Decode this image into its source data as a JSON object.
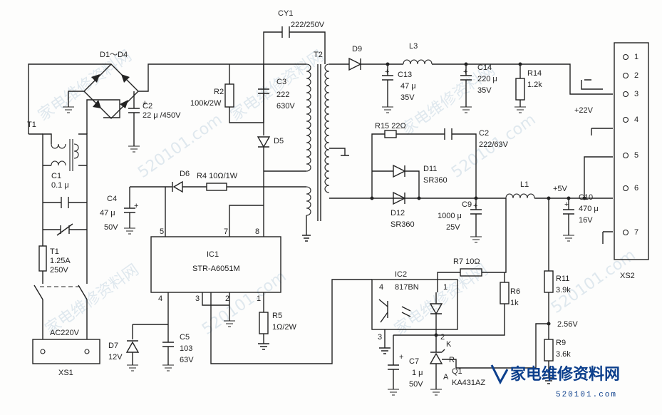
{
  "labels": {
    "d1d4": "D1～D4",
    "t1": "T1",
    "c1": "C1",
    "c1v": "0.1 μ",
    "fuse": "T1",
    "fuse_r": "1.25A",
    "fuse_v": "250V",
    "ac": "AC220V",
    "xs1": "XS1",
    "c2": "C2",
    "c2v": "22 μ /450V",
    "r2": "R2",
    "r2v": "100k/2W",
    "c3": "C3",
    "c3v1": "222",
    "c3v2": "630V",
    "d5": "D5",
    "cy1": "CY1",
    "cy1v": "222/250V",
    "t2": "T2",
    "d6": "D6",
    "r4": "R4 10Ω/1W",
    "c4": "C4",
    "c4v1": "47 μ",
    "c4v2": "50V",
    "ic1": "IC1",
    "ic1v": "STR-A6051M",
    "p5": "5",
    "p7": "7",
    "p8": "8",
    "p4": "4",
    "p3": "3",
    "p2": "2",
    "p1": "1",
    "r5": "R5",
    "r5v": "1Ω/2W",
    "d7": "D7",
    "d7v": "12V",
    "c5": "C5",
    "c5v1": "103",
    "c5v2": "63V",
    "d9": "D9",
    "l3": "L3",
    "c13": "C13",
    "c13v1": "47 μ",
    "c13v2": "35V",
    "c14": "C14",
    "c14v1": "220 μ",
    "c14v2": "35V",
    "r14": "R14",
    "r14v": "1.2k",
    "r15": "R15 22Ω",
    "c2b": "C2",
    "c2bv": "222/63V",
    "d11": "D11",
    "d11v": "SR360",
    "d12": "D12",
    "d12v": "SR360",
    "c9": "C9",
    "c9v1": "1000 μ",
    "c9v2": "25V",
    "l1": "L1",
    "p5v": "+5V",
    "c10": "C10",
    "c10v1": "470 μ",
    "c10v2": "16V",
    "p22v": "+22V",
    "xs2": "XS2",
    "xs2pins": [
      "1",
      "2",
      "3",
      "4",
      "5",
      "6",
      "7"
    ],
    "r7": "R7 10Ω",
    "ic2": "IC2",
    "ic2v": "817BN",
    "ic2p4": "4",
    "ic2p1": "1",
    "ic2p3": "3",
    "ic2p2": "2",
    "r6": "R6",
    "r6v": "1k",
    "r11": "R11",
    "r11v": "3.9k",
    "v256": "2.56V",
    "r9": "R9",
    "r9v": "3.6k",
    "c7": "C7",
    "c7v1": "1 μ",
    "c7v2": "50V",
    "q1": "Q1",
    "q1v": "KA431AZ",
    "q1k": "K",
    "q1r": "R",
    "q1a": "A"
  },
  "watermark": {
    "text1": "家电维修资料网",
    "text2": "520101.com"
  },
  "logo": {
    "title": "家电维修资料网",
    "sub": "520101.com",
    "color": "#0c3f8c"
  }
}
